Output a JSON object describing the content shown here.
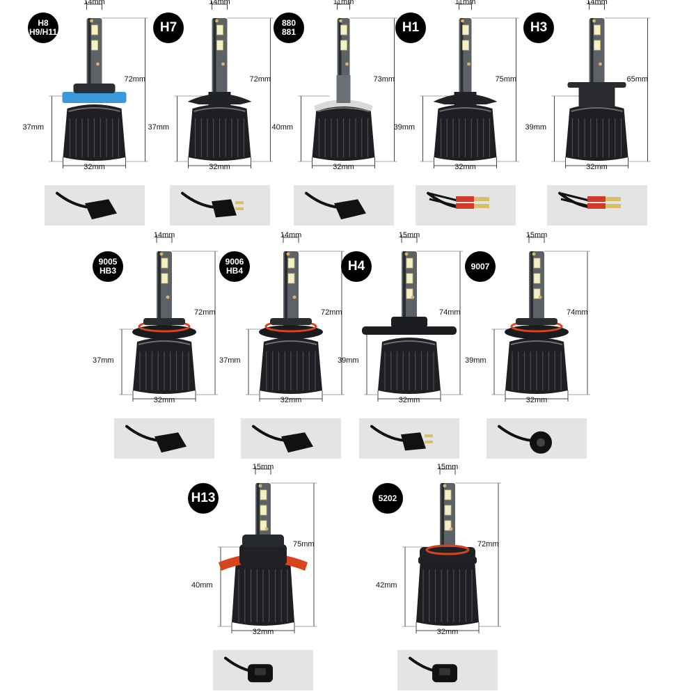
{
  "bulbs": [
    {
      "name": "H8/H9/H11",
      "label_lines": [
        "H8",
        "H9/H11"
      ],
      "top_width": "14mm",
      "total_height": "72mm",
      "base_height": "37mm",
      "bottom_width": "32mm",
      "collar": "blue",
      "plug": "h11"
    },
    {
      "name": "H7",
      "label_lines": [
        "H7"
      ],
      "top_width": "14mm",
      "total_height": "72mm",
      "base_height": "37mm",
      "bottom_width": "32mm",
      "collar": "black",
      "plug": "h7"
    },
    {
      "name": "880/881",
      "label_lines": [
        "880",
        "881"
      ],
      "top_width": "11mm",
      "total_height": "73mm",
      "base_height": "40mm",
      "bottom_width": "32mm",
      "collar": "white",
      "plug": "h11"
    },
    {
      "name": "H1",
      "label_lines": [
        "H1"
      ],
      "top_width": "11mm",
      "total_height": "75mm",
      "base_height": "39mm",
      "bottom_width": "32mm",
      "collar": "black",
      "plug": "wire"
    },
    {
      "name": "H3",
      "label_lines": [
        "H3"
      ],
      "top_width": "14mm",
      "total_height": "65mm",
      "base_height": "39mm",
      "bottom_width": "32mm",
      "collar": "dark",
      "plug": "wire"
    },
    {
      "name": "9005/HB3",
      "label_lines": [
        "9005",
        "HB3"
      ],
      "top_width": "14mm",
      "total_height": "72mm",
      "base_height": "37mm",
      "bottom_width": "32mm",
      "collar": "orange",
      "plug": "h11"
    },
    {
      "name": "9006/HB4",
      "label_lines": [
        "9006",
        "HB4"
      ],
      "top_width": "14mm",
      "total_height": "72mm",
      "base_height": "37mm",
      "bottom_width": "32mm",
      "collar": "orange",
      "plug": "h11"
    },
    {
      "name": "H4",
      "label_lines": [
        "H4"
      ],
      "top_width": "15mm",
      "total_height": "74mm",
      "base_height": "39mm",
      "bottom_width": "32mm",
      "collar": "wide",
      "plug": "h4"
    },
    {
      "name": "9007",
      "label_lines": [
        "9007"
      ],
      "top_width": "15mm",
      "total_height": "74mm",
      "base_height": "39mm",
      "bottom_width": "32mm",
      "collar": "orange",
      "plug": "round"
    },
    {
      "name": "H13",
      "label_lines": [
        "H13"
      ],
      "top_width": "15mm",
      "total_height": "75mm",
      "base_height": "40mm",
      "bottom_width": "32mm",
      "collar": "h13",
      "plug": "h13"
    },
    {
      "name": "5202",
      "label_lines": [
        "5202"
      ],
      "top_width": "15mm",
      "total_height": "72mm",
      "base_height": "42mm",
      "bottom_width": "32mm",
      "collar": "5202",
      "plug": "5202"
    }
  ],
  "colors": {
    "heatsink": "#1d1f22",
    "neck": "#5d6268",
    "chip": "#f4f0c8",
    "blue_collar": "#3a9ad8",
    "orange_ring": "#d8441c",
    "badge": "#000000",
    "connector_bg": "#e4e4e4"
  },
  "icons": [
    "led-bulb-icon",
    "connector-plug-icon"
  ]
}
